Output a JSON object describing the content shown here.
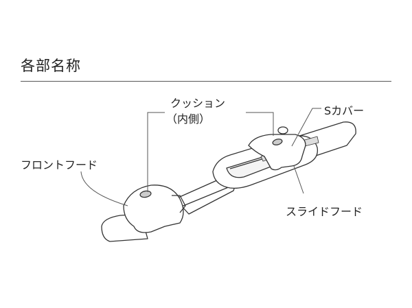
{
  "title": "各部名称",
  "labels": {
    "cushion": "クッション",
    "cushion_sub": "（内側）",
    "s_cover": "Sカバー",
    "front_hood": "フロントフード",
    "slide_hood": "スライドフード"
  }
}
